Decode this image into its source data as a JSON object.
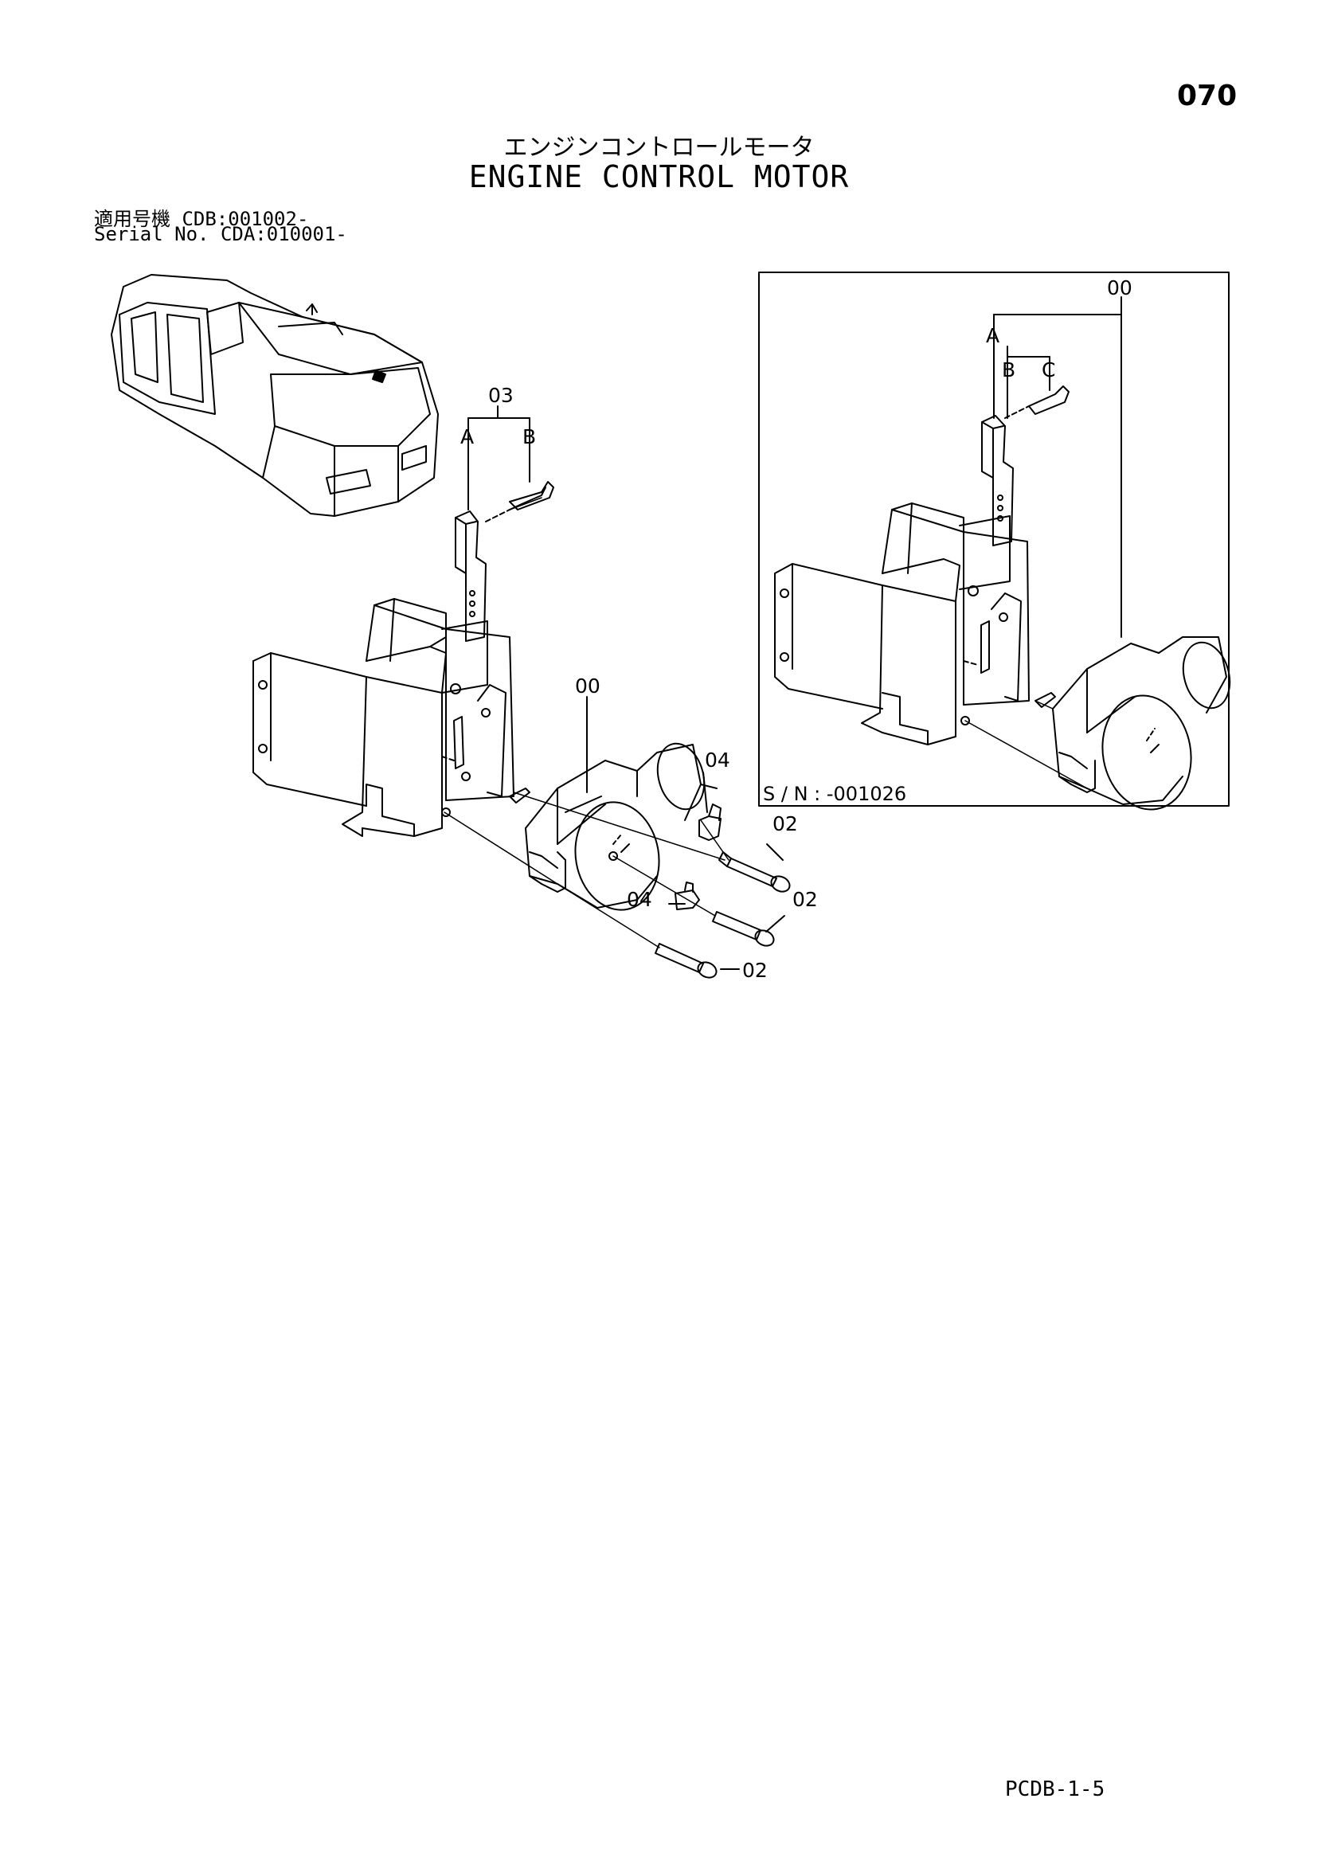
{
  "page": {
    "number": "070",
    "title_jp": "エンジンコントロールモータ",
    "title_en": "ENGINE CONTROL MOTOR",
    "applicable_jp": "適用号機 CDB:001002-",
    "serial_en": "Serial No. CDA:010001-",
    "footer_code": "PCDB-1-5"
  },
  "diagram": {
    "main_callouts": {
      "c00": "00",
      "c03": "03",
      "cA": "A",
      "cB": "B",
      "c04a": "04",
      "c04b": "04",
      "c02a": "02",
      "c02b": "02",
      "c02c": "02"
    },
    "inset": {
      "c00": "00",
      "cA": "A",
      "cB": "B",
      "cC": "C",
      "serial_note": "S / N : -001026"
    }
  }
}
